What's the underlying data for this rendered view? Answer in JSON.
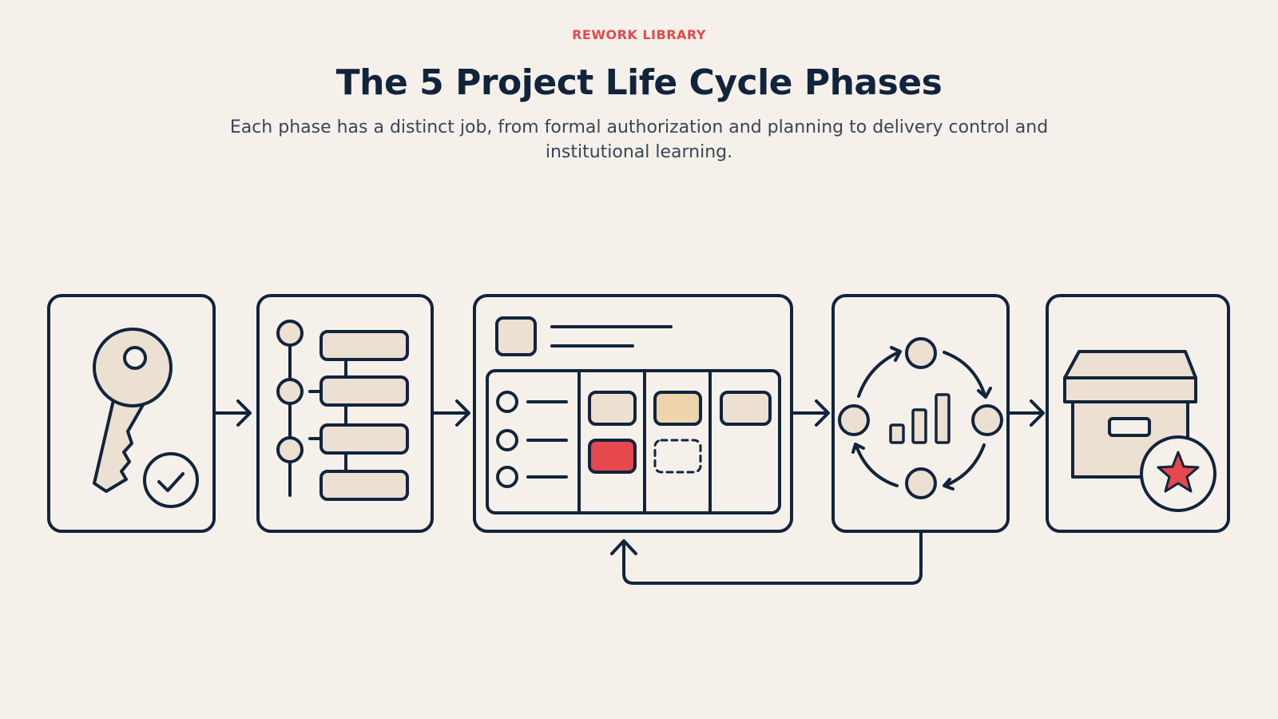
{
  "header": {
    "eyebrow": "REWORK LIBRARY",
    "title": "The 5 Project Life Cycle Phases",
    "subtitle": "Each phase has a distinct job, from formal authorization and planning to delivery control and institutional learning."
  },
  "phases": [
    {
      "id": "initiation",
      "icon": "key-with-check-icon"
    },
    {
      "id": "planning",
      "icon": "timeline-plan-icon"
    },
    {
      "id": "execution",
      "icon": "kanban-board-icon"
    },
    {
      "id": "monitoring",
      "icon": "cycle-chart-icon"
    },
    {
      "id": "closure",
      "icon": "archive-box-star-icon"
    }
  ],
  "feedback_loop": {
    "from": "monitoring",
    "to": "execution"
  },
  "colors": {
    "background": "#f5f1ea",
    "ink": "#12243d",
    "accent": "#e5484d",
    "fill": "#ebe0d2",
    "fill_warm": "#ecd4ad",
    "text_muted": "#3b4555"
  }
}
